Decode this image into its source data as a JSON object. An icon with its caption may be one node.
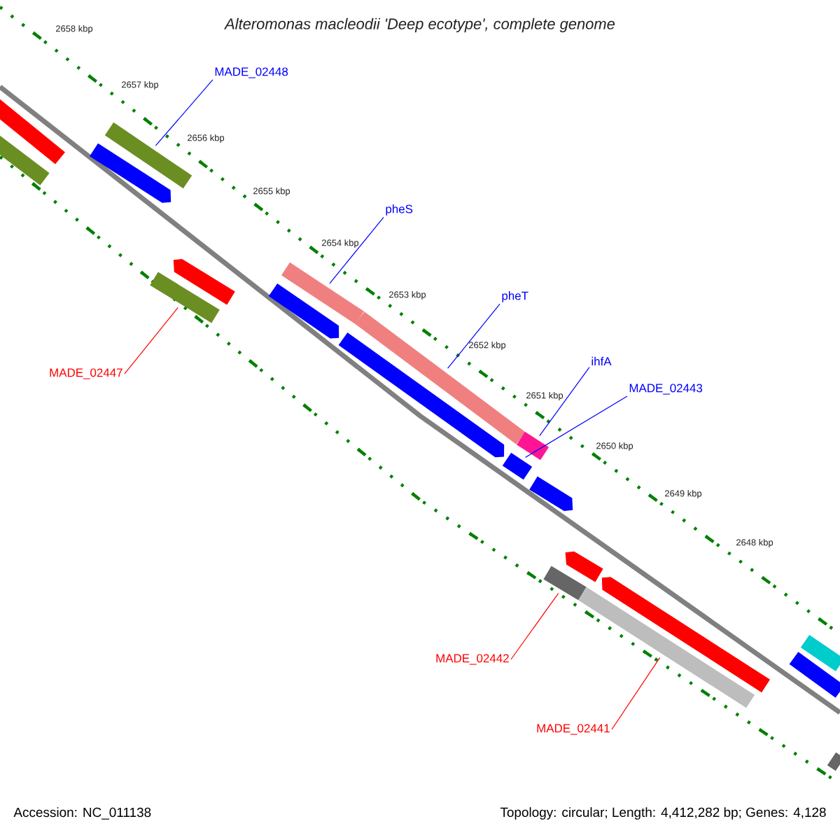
{
  "diagram": {
    "title": "Alteromonas macleodii 'Deep ecotype', complete genome",
    "nodes": [
      {
        "text": [
          "MADE_02448"
        ]
      },
      {
        "text": [],
        "shape": "bar"
      },
      {
        "text": [
          "pheS"
        ]
      },
      {
        "text": [],
        "shape": "bar"
      },
      {
        "text": [
          "pheT"
        ]
      },
      {
        "text": [],
        "shape": "bar"
      },
      {
        "text": [
          "ihfA"
        ]
      },
      {
        "text": [],
        "shape": "bar"
      },
      {
        "text": [
          "MADE_02443"
        ]
      },
      {
        "text": [],
        "shape": "bar"
      },
      {
        "text": [
          "MADE_02447"
        ]
      },
      {
        "text": [],
        "shape": "bar"
      },
      {
        "text": [
          "MADE_02442"
        ]
      },
      {
        "text": [],
        "shape": "bar"
      },
      {
        "text": [
          "MADE_02441"
        ]
      },
      {
        "text": [],
        "shape": "bar"
      },
      {
        "text": [],
        "shape": "bar"
      },
      {
        "text": [],
        "shape": "bar"
      },
      {
        "text": [],
        "shape": "bar"
      },
      {
        "text": [],
        "shape": "bar"
      },
      {
        "text": [],
        "shape": "bar"
      },
      {
        "text": [],
        "shape": "bar"
      },
      {
        "text": [],
        "shape": "bar"
      },
      {
        "text": [],
        "shape": "bar"
      },
      {
        "text": [],
        "shape": "bar"
      },
      {
        "text": [],
        "shape": "bar"
      },
      {
        "text": [],
        "shape": "bar"
      },
      {
        "text": [],
        "shape": "bar"
      }
    ],
    "edges": [
      {
        "from": 0,
        "to": 1,
        "arrow": "none",
        "color": "#0000ff"
      },
      {
        "from": 2,
        "to": 3,
        "arrow": "none",
        "color": "#0000ff"
      },
      {
        "from": 4,
        "to": 5,
        "arrow": "none",
        "color": "#0000ff"
      },
      {
        "from": 6,
        "to": 7,
        "arrow": "none",
        "color": "#0000ff"
      },
      {
        "from": 8,
        "to": 9,
        "arrow": "none",
        "color": "#0000ff"
      },
      {
        "from": 10,
        "to": 11,
        "arrow": "none",
        "color": "#ff0000"
      },
      {
        "from": 12,
        "to": 13,
        "arrow": "none",
        "color": "#ff0000"
      },
      {
        "from": 14,
        "to": 15,
        "arrow": "none",
        "color": "#ff0000"
      }
    ],
    "labels": [
      "2658 kbp",
      "2657 kbp",
      "2656 kbp",
      "2655 kbp",
      "2654 kbp",
      "2653 kbp",
      "2652 kbp",
      "2651 kbp",
      "2650 kbp",
      "2649 kbp",
      "2648 kbp",
      "Accession: NC_011138",
      "Topology: circular; Length: 4,412,282 bp; Genes: 4,128"
    ]
  }
}
